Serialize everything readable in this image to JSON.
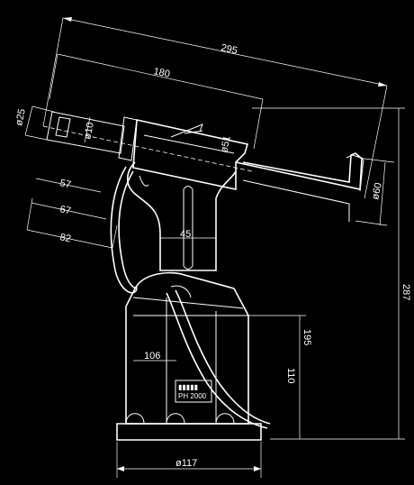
{
  "dimensions": {
    "overall_length": "295",
    "body_length": "180",
    "nose_diameter": "ø25",
    "nose_inner_diameter": "ø10",
    "offset_57": "57",
    "offset_67": "67",
    "offset_82": "82",
    "head_diameter": "ø51",
    "grip_diameter": "ø60",
    "handle_width": "45",
    "overall_height": "287",
    "base_height_upper": "195",
    "base_height_lower": "110",
    "base_width": "106",
    "base_diameter": "ø117"
  },
  "label": {
    "brand": "▮▮▮▮▮",
    "model": "PH 2000"
  }
}
